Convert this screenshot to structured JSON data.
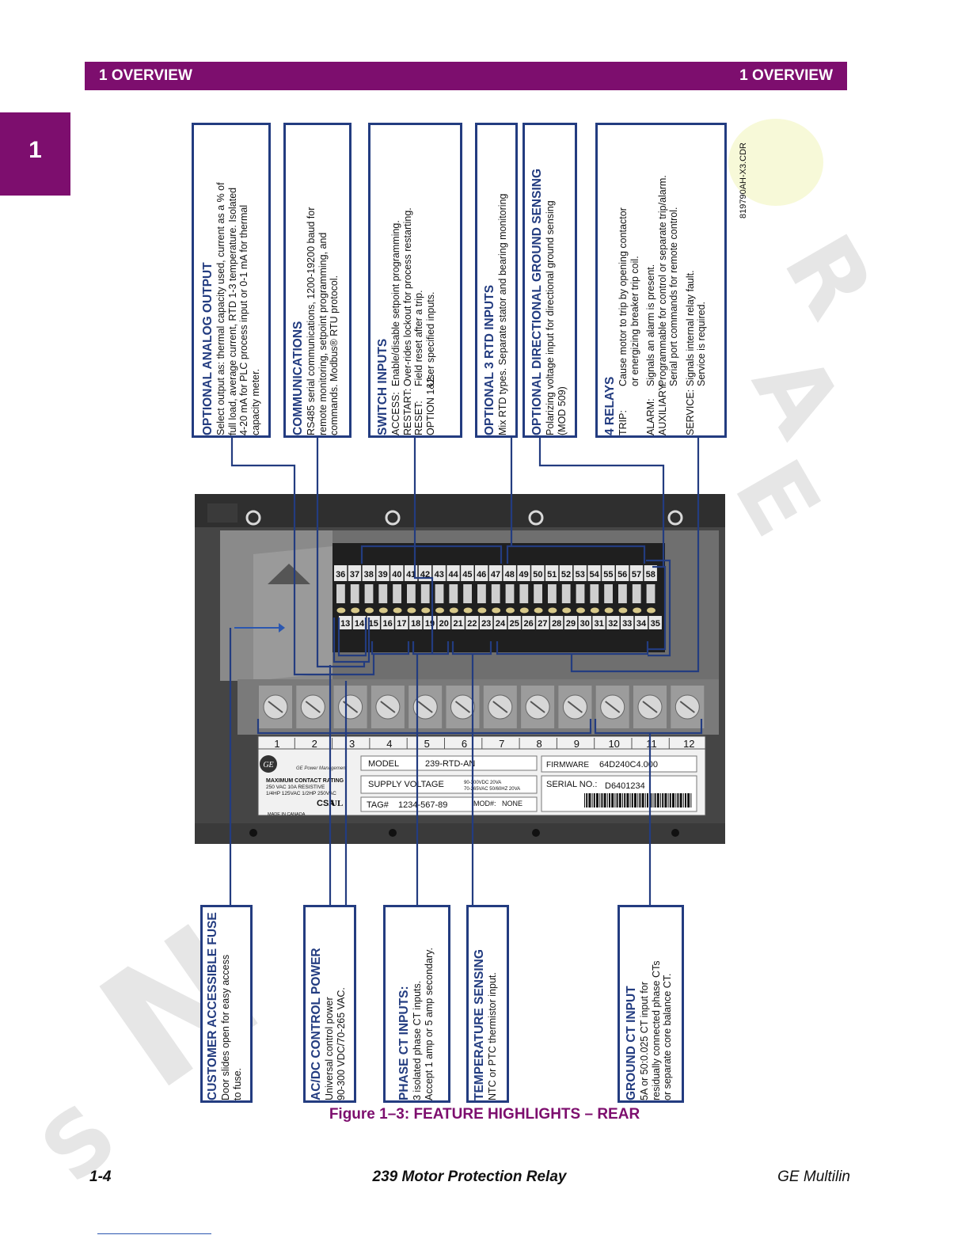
{
  "header": {
    "left": "1 OVERVIEW",
    "right": "1 OVERVIEW"
  },
  "chapter_tab": "1",
  "figure_id": "819790AH-X3.CDR",
  "top_boxes": [
    {
      "title": "OPTIONAL ANALOG OUTPUT",
      "lines": [
        "Select output as: thermal capacity used, current as a % of",
        "full load, average current, RTD 1-3 temperature. Isolated",
        "4-20 mA for PLC process input or 0-1 mA for thermal",
        "capacity meter."
      ]
    },
    {
      "title": "COMMUNICATIONS",
      "lines": [
        "RS485 serial communications, 1200-19200 baud for",
        "remote monitoring, setpoint programming, and",
        "commands.  Modbus® RTU protocol."
      ]
    },
    {
      "title": "SWITCH INPUTS",
      "rows": [
        {
          "k": "ACCESS:",
          "v": "Enable/disable setpoint programming."
        },
        {
          "k": "RESTART:",
          "v": "Over-rides lockout for process restarting."
        },
        {
          "k": "RESET:",
          "v": "Field reset after a trip."
        },
        {
          "k": "OPTION 1&2:",
          "v": "User specified inputs."
        }
      ]
    },
    {
      "title": "OPTIONAL 3 RTD INPUTS",
      "lines": [
        "Mix RTD types. Separate stator and bearing monitoring"
      ]
    },
    {
      "title": "OPTIONAL DIRECTIONAL GROUND SENSING",
      "lines": [
        "Polarizing voltage input for directional ground sensing",
        "(MOD 509)"
      ]
    },
    {
      "title": "4 RELAYS",
      "rows": [
        {
          "k": "TRIP:",
          "v": "Cause motor to trip by opening contactor"
        },
        {
          "k": "",
          "v": "or energizing breaker trip coil."
        },
        {
          "k": "ALARM:",
          "v": "Signals an alarm is present."
        },
        {
          "k": "AUXILIARY:",
          "v": "Programmable for control or separate trip/alarm."
        },
        {
          "k": "",
          "v": "Serial port commands for remote control."
        },
        {
          "k": "SERVICE:",
          "v": "Signals internal relay fault."
        },
        {
          "k": "",
          "v": "Service is required."
        }
      ]
    }
  ],
  "bottom_boxes": [
    {
      "title": "CUSTOMER ACCESSIBLE FUSE",
      "lines": [
        "Door slides open for easy access",
        "to fuse."
      ]
    },
    {
      "title": "AC/DC CONTROL POWER",
      "lines": [
        "Universal control power",
        "90-300 VDC/70-265 VAC."
      ]
    },
    {
      "title": "PHASE CT INPUTS:",
      "lines": [
        "3 isolated phase CT inputs.",
        "Accept 1 amp or 5 amp secondary."
      ]
    },
    {
      "title": "TEMPERATURE SENSING",
      "lines": [
        "NTC or PTC thermistor input."
      ]
    },
    {
      "title": "GROUND CT INPUT",
      "lines": [
        "5A or 50:0.025 CT input for",
        "residually connected phase CTs",
        "or separate core balance CT."
      ]
    }
  ],
  "device": {
    "upper_terminals": [
      "36",
      "37",
      "38",
      "39",
      "40",
      "41",
      "42",
      "43",
      "44",
      "45",
      "46",
      "47",
      "48",
      "49",
      "50",
      "51",
      "52",
      "53",
      "54",
      "55",
      "56",
      "57",
      "58"
    ],
    "lower_terminals": [
      "13",
      "14",
      "15",
      "16",
      "17",
      "18",
      "19",
      "20",
      "21",
      "22",
      "23",
      "24",
      "25",
      "26",
      "27",
      "28",
      "29",
      "30",
      "31",
      "32",
      "33",
      "34",
      "35"
    ],
    "power_terminals": [
      "1",
      "2",
      "3",
      "4",
      "5",
      "6",
      "7",
      "8",
      "9",
      "10",
      "11",
      "12"
    ],
    "label": {
      "brand": "GE Power Management",
      "model_key": "MODEL",
      "model_val": "239-RTD-AN",
      "firmware_key": "FIRMWARE",
      "firmware_val": "64D240C4.000",
      "supply_key": "SUPPLY VOLTAGE",
      "supply_small_1": "90-300VDC       20VA",
      "supply_small_2": "70-265VAC  50/60HZ 20VA",
      "serial_key": "SERIAL NO.:",
      "serial_val": "D6401234",
      "tag_key": "TAG#",
      "tag_val": "1234-567-89",
      "mod_key": "MOD#:",
      "mod_val": "NONE",
      "contact_title": "MAXIMUM CONTACT RATING",
      "contact_1": "250 VAC 10A RESISTIVE",
      "contact_2": "1/4HP 125VAC 1/2HP 250VAC",
      "made_in": "MADE IN CANADA"
    }
  },
  "caption": "Figure 1–3: FEATURE HIGHLIGHTS – REAR",
  "footer": {
    "left": "1-4",
    "center": "239 Motor Protection Relay",
    "right": "GE Multilin"
  },
  "colors": {
    "header": "#7d0e6e",
    "box_border": "#233c80",
    "leader": "#233c80",
    "device_body": "#4a4a4a"
  }
}
